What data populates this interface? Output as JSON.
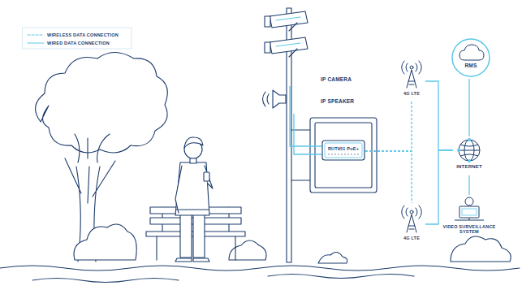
{
  "diagram": {
    "nodes": [
      {
        "text": [
          "IP CAMERA"
        ]
      },
      {
        "text": [
          "IP SPEAKER"
        ]
      },
      {
        "text": [
          "RUT951 PoE+"
        ]
      },
      {
        "text": [
          "4G LTE"
        ]
      },
      {
        "text": [
          "4G LTE"
        ]
      },
      {
        "text": [
          "RMS"
        ]
      },
      {
        "text": [
          "INTERNET"
        ]
      },
      {
        "text": [
          "VIDEO SURVEILLANCE SYSTEM"
        ]
      }
    ],
    "edges": [
      {
        "from": 0,
        "to": 2,
        "arrow": "none"
      },
      {
        "from": 1,
        "to": 2,
        "arrow": "none"
      },
      {
        "from": 2,
        "to": 3,
        "arrow": "none"
      },
      {
        "from": 2,
        "to": 4,
        "arrow": "none"
      },
      {
        "from": 3,
        "to": 6,
        "arrow": "none"
      },
      {
        "from": 4,
        "to": 6,
        "arrow": "none"
      },
      {
        "from": 6,
        "to": 5,
        "arrow": "none"
      },
      {
        "from": 6,
        "to": 7,
        "arrow": "none"
      }
    ],
    "legend": [
      {
        "text": "WIRELESS DATA CONNECTION"
      },
      {
        "text": "WIRED DATA CONNECTION"
      }
    ]
  }
}
